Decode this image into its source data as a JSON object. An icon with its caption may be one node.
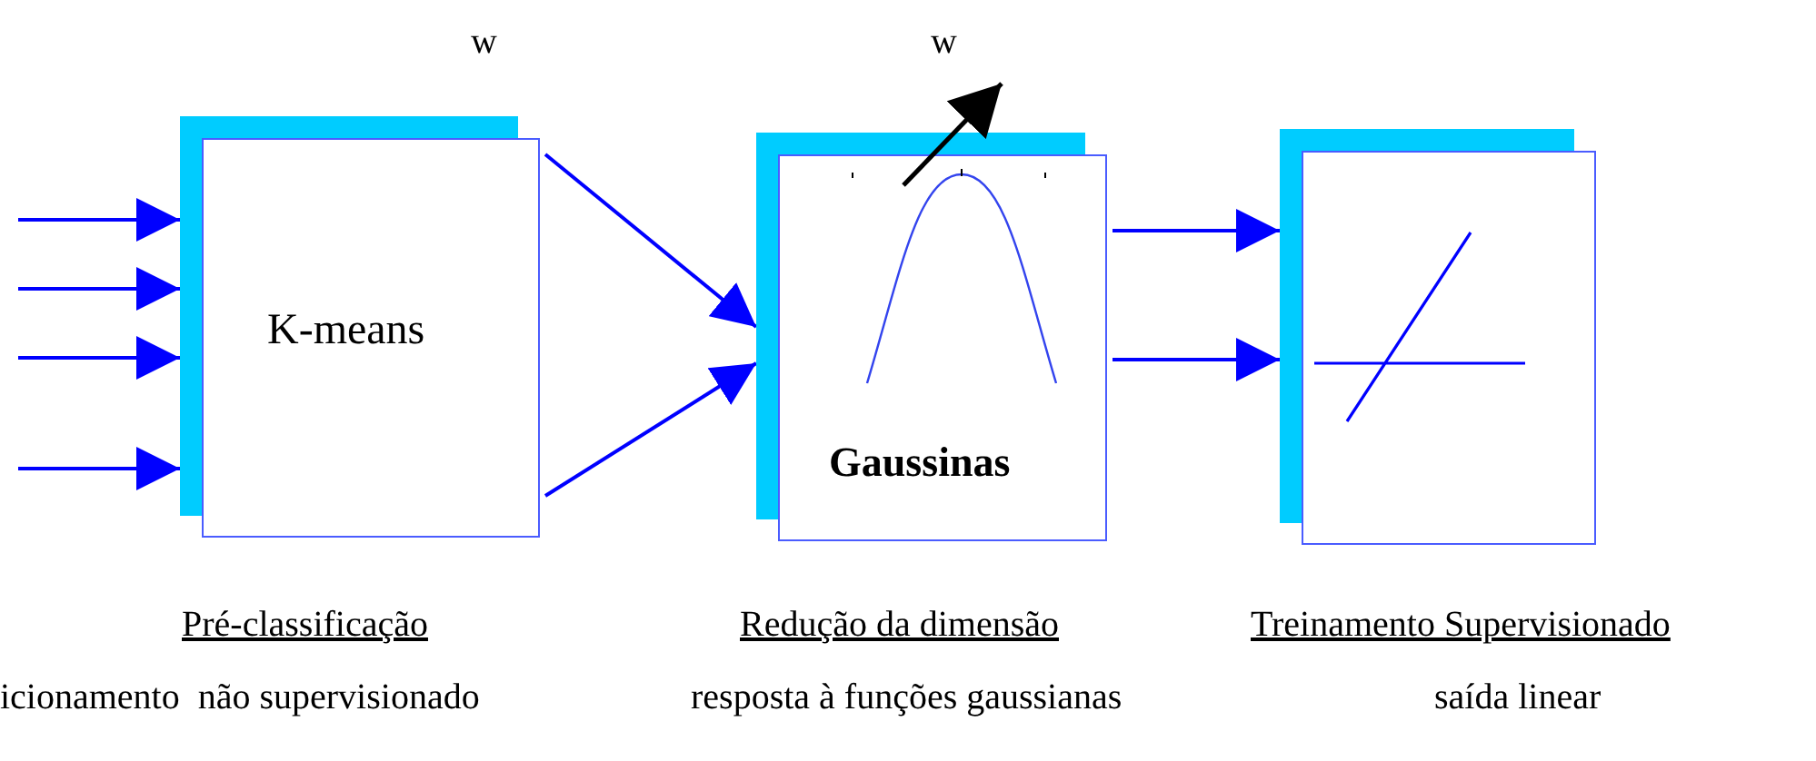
{
  "diagram": {
    "nodes": [
      {
        "text": [
          "K-means"
        ]
      },
      {
        "text": [
          "Gaussinas"
        ]
      },
      {
        "text": [],
        "shape": "box"
      }
    ],
    "edges": [
      {
        "from": null,
        "to": 0,
        "arrow": "to"
      },
      {
        "from": null,
        "to": 0,
        "arrow": "to"
      },
      {
        "from": null,
        "to": 0,
        "arrow": "to"
      },
      {
        "from": null,
        "to": 0,
        "arrow": "to"
      },
      {
        "from": 0,
        "to": 1,
        "arrow": "to"
      },
      {
        "from": 0,
        "to": 1,
        "arrow": "to"
      },
      {
        "from": 1,
        "to": 2,
        "arrow": "to"
      },
      {
        "from": 1,
        "to": 2,
        "arrow": "to"
      }
    ],
    "labels": [
      "w",
      "w",
      "Pré-classificação",
      "Redução da dimensão",
      "Treinamento Supervisionado",
      "icionamento  não supervisionado",
      "resposta à funções gaussianas",
      "saída linear"
    ]
  }
}
